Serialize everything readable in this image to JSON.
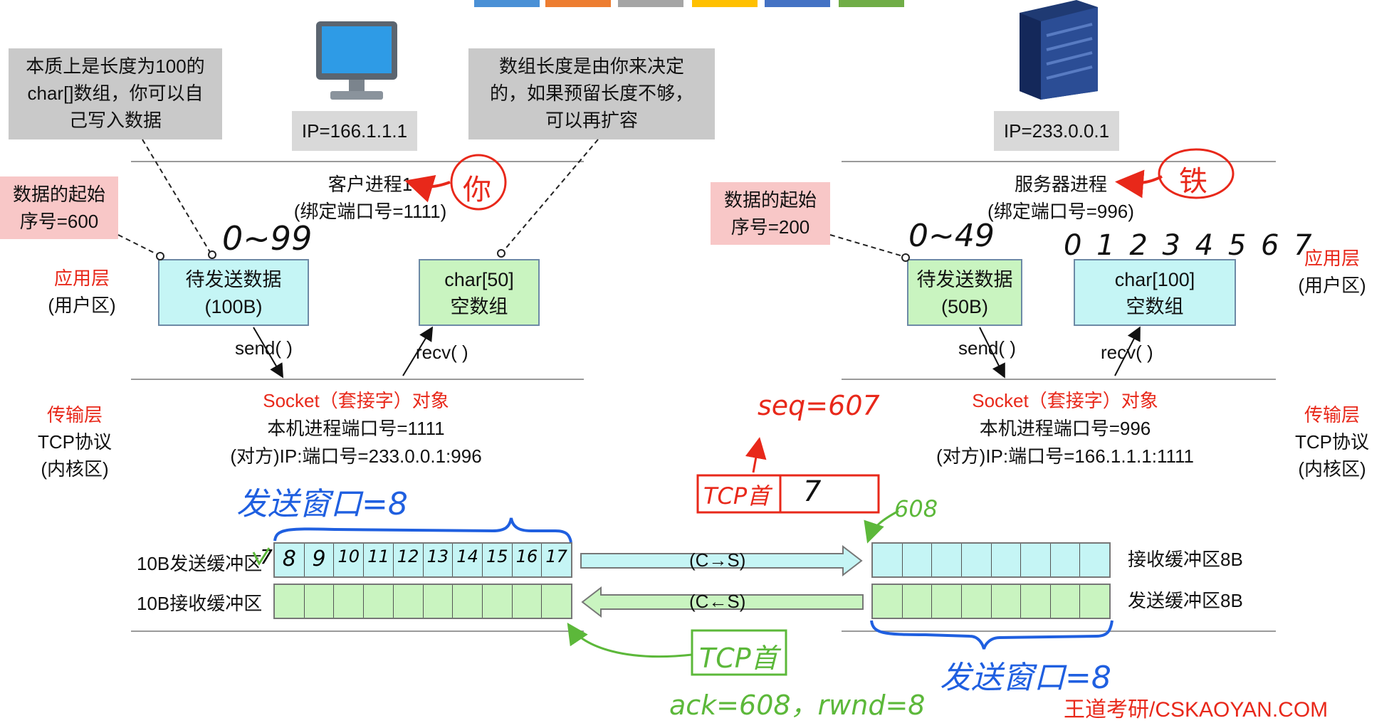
{
  "colors": {
    "top_blocks": [
      "#4a90d6",
      "#ed7d31",
      "#a5a5a5",
      "#ffc000",
      "#4472c4",
      "#70ad47"
    ],
    "red": "#e8281a",
    "blue": "#1f5fe0",
    "green": "#5cb83a"
  },
  "client": {
    "ip": "IP=166.1.1.1",
    "note_left": [
      "本质上是长度为100的",
      "char[]数组，你可以自",
      "己写入数据"
    ],
    "note_right": [
      "数组长度是由你来决定",
      "的，如果预留长度不够，",
      "可以再扩容"
    ],
    "start_seq": [
      "数据的起始",
      "序号=600"
    ],
    "process": [
      "客户进程1",
      "(绑定端口号=1111)"
    ],
    "app_layer": [
      "应用层",
      "(用户区)"
    ],
    "send_data": [
      "待发送数据",
      "(100B)"
    ],
    "recv_array": [
      "char[50]",
      "空数组"
    ],
    "send_call": "send( )",
    "recv_call": "recv( )",
    "transport_layer": [
      "传输层",
      "TCP协议",
      "(内核区)"
    ],
    "socket": [
      "Socket（套接字）对象",
      "本机进程端口号=1111",
      "(对方)IP:端口号=233.0.0.1:996"
    ],
    "send_buffer_label": "10B发送缓冲区",
    "recv_buffer_label": "10B接收缓冲区",
    "send_buffer_cells": [
      "7",
      "8",
      "9",
      "10",
      "11",
      "12",
      "13",
      "14",
      "15",
      "16",
      "17"
    ]
  },
  "server": {
    "ip": "IP=233.0.0.1",
    "start_seq": [
      "数据的起始",
      "序号=200"
    ],
    "process": [
      "服务器进程",
      "(绑定端口号=996)"
    ],
    "app_layer": [
      "应用层",
      "(用户区)"
    ],
    "send_data": [
      "待发送数据",
      "(50B)"
    ],
    "recv_array": [
      "char[100]",
      "空数组"
    ],
    "send_call": "send( )",
    "recv_call": "recv( )",
    "transport_layer": [
      "传输层",
      "TCP协议",
      "(内核区)"
    ],
    "socket": [
      "Socket（套接字）对象",
      "本机进程端口号=996",
      "(对方)IP:端口号=166.1.1.1:1111"
    ],
    "recv_buffer_label": "接收缓冲区8B",
    "send_buffer_label": "发送缓冲区8B"
  },
  "arrows": {
    "c_to_s": "(C→S)",
    "s_to_c": "(C←S)"
  },
  "handwriting": {
    "you": "你",
    "tie": "铁",
    "range_client": "0~99",
    "range_server": "0~49",
    "array_indices": "0 1 2 3 4 5 6 7",
    "seq": "seq=607",
    "tcp_header_red": "TCP首",
    "tcp_header_red_value": "7",
    "send_window_client": "发送窗口=8",
    "send_window_server": "发送窗口=8",
    "n608": "608",
    "tcp_header_green": "TCP首",
    "ack": "ack=608，rwnd=8"
  },
  "brand": "王道考研/CSKAOYAN.COM"
}
